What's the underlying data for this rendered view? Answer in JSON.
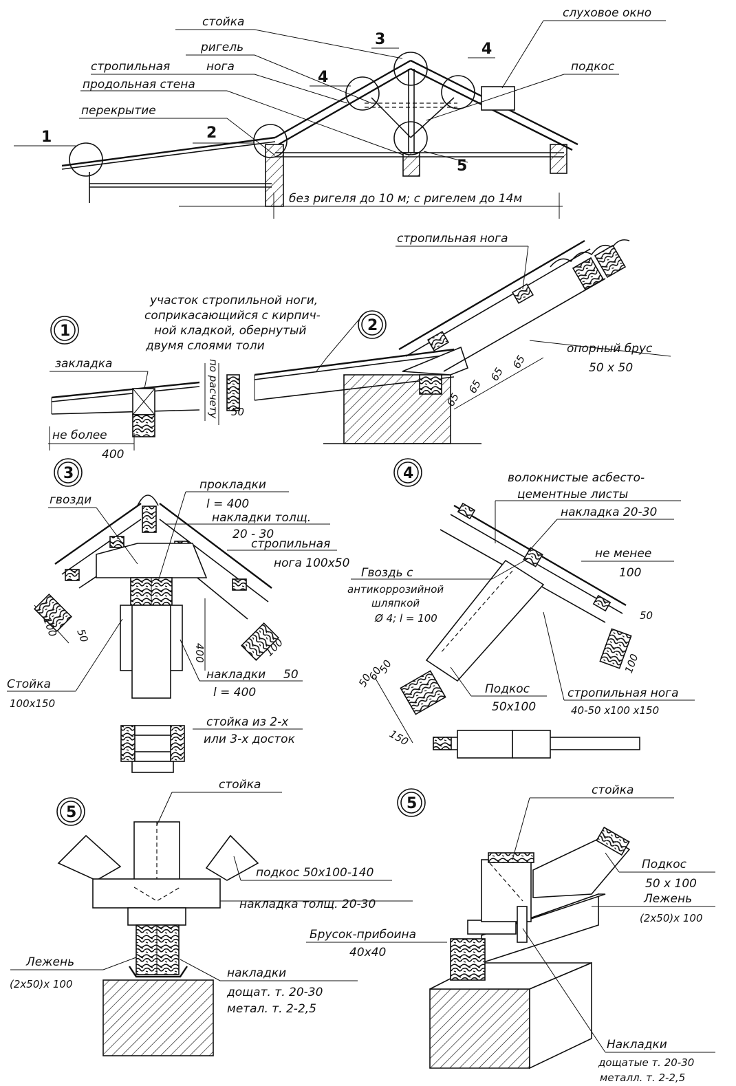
{
  "overview": {
    "labels": {
      "stoika": "стойка",
      "rigel": "ригель",
      "nogo": "нога",
      "stropilnaya": "стропильная",
      "prodolnaya": "продольная стена",
      "perekrytie": "перекрытие",
      "sluhovoe": "слуховое окно",
      "podkos": "подкос",
      "span": "без ригеля до 10 м; с ригелем до 14м"
    },
    "callouts": [
      "1",
      "2",
      "3",
      "4",
      "4",
      "5"
    ]
  },
  "detail1": {
    "badge": "1",
    "zakladka": "закладка",
    "ne_bolee": "не более",
    "dim400": "400",
    "po_raschetu": "по расчету",
    "dim50": "50",
    "note_line1": "участок стропильной ноги,",
    "note_line2": "соприкасающийся с кирпич-",
    "note_line3": "ной кладкой, обернутый",
    "note_line4": "двумя слоями толи"
  },
  "detail2": {
    "badge": "2",
    "stropilnaya_noga": "стропильная нога",
    "opornyi_brus": "опорный брус",
    "opornyi_size": "50 х 50",
    "dims": [
      "65",
      "65",
      "65",
      "65"
    ]
  },
  "detail3": {
    "badge": "3",
    "gvozdi": "гвозди",
    "prokladki": "прокладки",
    "prokladki_l": "l = 400",
    "nakladki_tolsh": "накладки толщ.",
    "nakladki_range": "20 - 30",
    "stropilnaya": "стропильная",
    "noga_size": "нога 100х50",
    "dim100a": "100",
    "dim50a": "50",
    "dim100b": "100",
    "dim400": "400",
    "stoika": "Стойка",
    "stoika_size": "100х150",
    "nakladki": "накладки",
    "nakladki_50": "50",
    "nakladki_l": "l = 400",
    "stoika_doski1": "стойка из 2-х",
    "stoika_doski2": "или 3-х досток"
  },
  "detail4": {
    "badge": "4",
    "volokn1": "волокнистые асбесто-",
    "volokn2": "цементные листы",
    "nakladka": "накладка 20-30",
    "ne_menee": "не менее",
    "ne_menee_val": "100",
    "gvozd1": "Гвоздь с",
    "gvozd2": "антикоррозийной",
    "gvozd3": "шляпкой",
    "gvozd4": "Ø 4; l = 100",
    "dim50": "50",
    "dim100": "100",
    "podkos": "Подкос",
    "podkos_size": "50х100",
    "stropilnaya": "стропильная нога",
    "stropilnaya_size": "40-50 х100 х150",
    "dims_left": [
      "50",
      "60",
      "50"
    ],
    "dim150": "150"
  },
  "detail5a": {
    "badge": "5",
    "stoika": "стойка",
    "podkos": "подкос 50х100-140",
    "nakladka": "накладка толщ. 20-30",
    "lezhen": "Лежень",
    "lezhen_size": "(2х50)х 100",
    "nakladki": "накладки",
    "doshat": "дощат. т. 20-30",
    "metal": "метал. т. 2-2,5"
  },
  "detail5b": {
    "badge": "5",
    "stoika": "стойка",
    "podkos": "Подкос",
    "podkos_size": "50 х 100",
    "lezhen": "Лежень",
    "lezhen_size": "(2х50)х 100",
    "brusok": "Брусок-прибоина",
    "brusok_size": "40х40",
    "nakladki": "Накладки",
    "doshatye": "дощатые т. 20-30",
    "metall": "металл. т. 2-2,5"
  }
}
